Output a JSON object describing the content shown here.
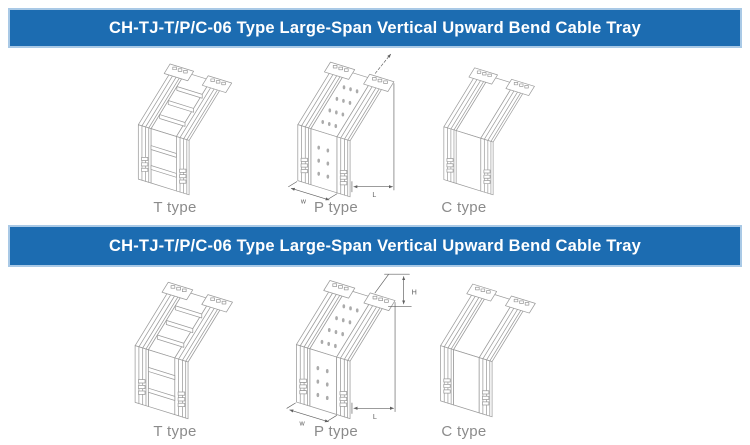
{
  "colors": {
    "banner_bg": "#1c6cb1",
    "banner_border": "#a9c9e6",
    "banner_text": "#ffffff",
    "drawing_stroke": "#9b9b9b",
    "perforation_fill": "#ababab",
    "dimension_color": "#606060",
    "label_color": "#8b8b8b"
  },
  "sections": [
    {
      "banner_title": "CH-TJ-T/P/C-06 Type Large-Span Vertical Upward Bend Cable Tray",
      "figures": [
        {
          "label": "T type",
          "style": "ladder"
        },
        {
          "label": "P type",
          "style": "perforated",
          "dimensions": {
            "w": "w",
            "L": "L"
          }
        },
        {
          "label": "C type",
          "style": "channel"
        }
      ]
    },
    {
      "banner_title": "CH-TJ-T/P/C-06 Type Large-Span Vertical Upward Bend Cable Tray",
      "figures": [
        {
          "label": "T type",
          "style": "ladder"
        },
        {
          "label": "P type",
          "style": "perforated",
          "dimensions": {
            "w": "w",
            "L": "L",
            "H": "H"
          }
        },
        {
          "label": "C type",
          "style": "channel"
        }
      ]
    }
  ]
}
